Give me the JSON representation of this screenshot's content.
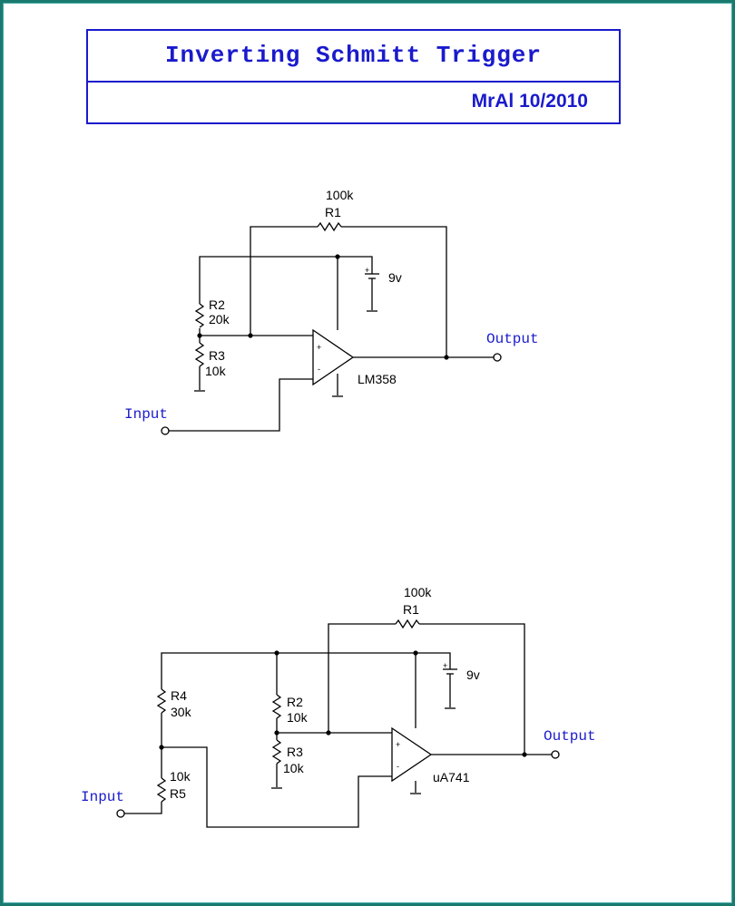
{
  "title": "Inverting Schmitt Trigger",
  "author": "MrAl  10/2010",
  "circuit_lm358": {
    "r1": {
      "name": "R1",
      "value": "100k"
    },
    "r2": {
      "name": "R2",
      "value": "20k"
    },
    "r3": {
      "name": "R3",
      "value": "10k"
    },
    "battery": {
      "value": "9v",
      "plus": "+"
    },
    "opamp": {
      "part": "LM358",
      "plus": "+",
      "minus": "-"
    },
    "input_label": "Input",
    "output_label": "Output"
  },
  "circuit_ua741": {
    "r1": {
      "name": "R1",
      "value": "100k"
    },
    "r2": {
      "name": "R2",
      "value": "10k"
    },
    "r3": {
      "name": "R3",
      "value": "10k"
    },
    "r4": {
      "name": "R4",
      "value": "30k"
    },
    "r5": {
      "name": "R5",
      "value": "10k"
    },
    "battery": {
      "value": "9v",
      "plus": "+"
    },
    "opamp": {
      "part": "uA741",
      "plus": "+",
      "minus": "-"
    },
    "input_label": "Input",
    "output_label": "Output"
  },
  "colors": {
    "title": "#1a1acc",
    "frame": "#1a7a6e",
    "wire": "#000000",
    "port_label": "#1a1acc"
  }
}
